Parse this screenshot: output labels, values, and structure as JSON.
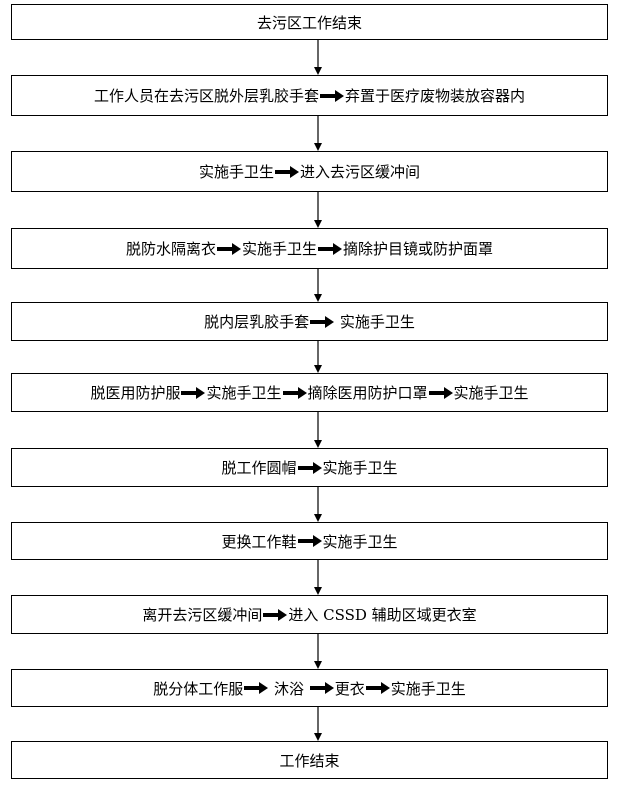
{
  "flow": {
    "steps": [
      {
        "parts": [
          "去污区工作结束"
        ]
      },
      {
        "parts": [
          "工作人员在去污区脱外层乳胶手套",
          "弃置于医疗废物装放容器内"
        ]
      },
      {
        "parts": [
          "实施手卫生",
          "进入去污区缓冲间"
        ]
      },
      {
        "parts": [
          "脱防水隔离衣",
          "实施手卫生",
          "摘除护目镜或防护面罩"
        ]
      },
      {
        "parts": [
          "脱内层乳胶手套",
          " 实施手卫生"
        ]
      },
      {
        "parts": [
          "脱医用防护服",
          "实施手卫生",
          "摘除医用防护口罩",
          "实施手卫生"
        ]
      },
      {
        "parts": [
          "脱工作圆帽",
          "实施手卫生"
        ]
      },
      {
        "parts": [
          "更换工作鞋",
          "实施手卫生"
        ]
      },
      {
        "parts": [
          "离开去污区缓冲间",
          "进入 CSSD 辅助区域更衣室"
        ]
      },
      {
        "parts": [
          "脱分体工作服",
          " 沐浴 ",
          "更衣",
          "实施手卫生"
        ]
      },
      {
        "parts": [
          "工作结束"
        ]
      }
    ]
  }
}
